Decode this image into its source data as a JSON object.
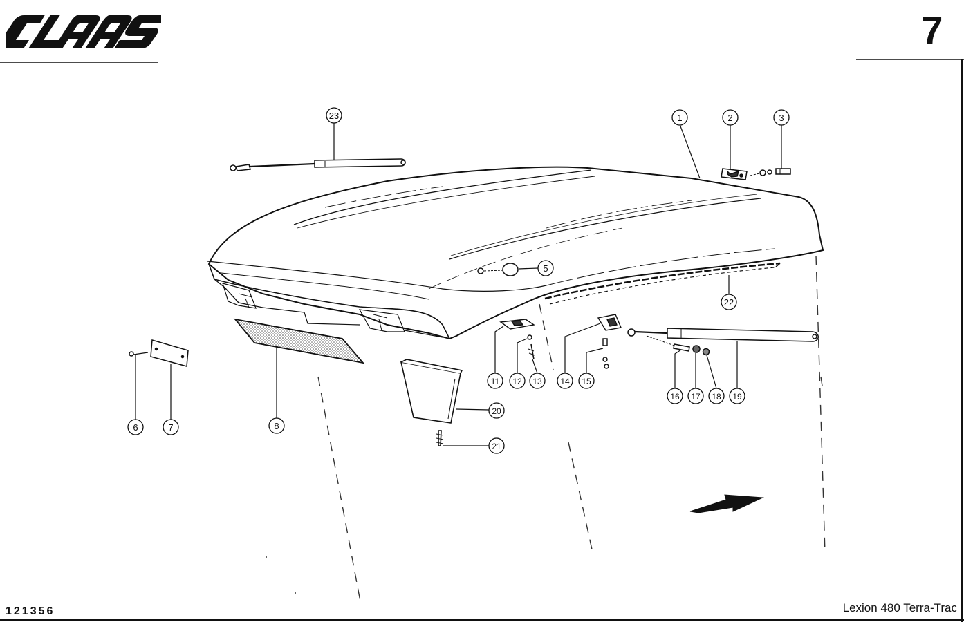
{
  "header": {
    "brand": "CLAAS",
    "page_number": "7"
  },
  "footer": {
    "doc_number": "121356",
    "model": "Lexion 480 Terra-Trac"
  },
  "callouts": [
    {
      "id": "c1",
      "label": "1"
    },
    {
      "id": "c2",
      "label": "2"
    },
    {
      "id": "c3",
      "label": "3"
    },
    {
      "id": "c5",
      "label": "5"
    },
    {
      "id": "c6",
      "label": "6"
    },
    {
      "id": "c7",
      "label": "7"
    },
    {
      "id": "c8",
      "label": "8"
    },
    {
      "id": "c11",
      "label": "11"
    },
    {
      "id": "c12",
      "label": "12"
    },
    {
      "id": "c13",
      "label": "13"
    },
    {
      "id": "c14",
      "label": "14"
    },
    {
      "id": "c15",
      "label": "15"
    },
    {
      "id": "c16",
      "label": "16"
    },
    {
      "id": "c17",
      "label": "17"
    },
    {
      "id": "c18",
      "label": "18"
    },
    {
      "id": "c19",
      "label": "19"
    },
    {
      "id": "c20",
      "label": "20"
    },
    {
      "id": "c21",
      "label": "21"
    },
    {
      "id": "c22",
      "label": "22"
    },
    {
      "id": "c23",
      "label": "23"
    }
  ]
}
